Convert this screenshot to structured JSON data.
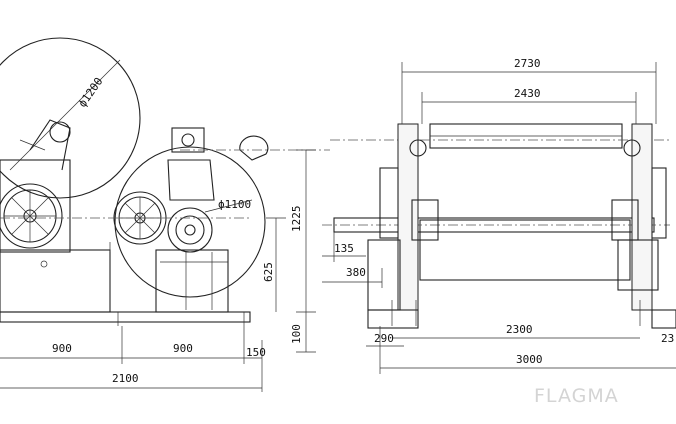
{
  "dimensions": {
    "front": {
      "wheel_dia": "ϕ1200",
      "pulley_dia": "ϕ1100",
      "h_1225": "1225",
      "h_625": "625",
      "h_100": "100",
      "w_900_a": "900",
      "w_900_b": "900",
      "w_150": "150",
      "w_2100": "2100"
    },
    "side": {
      "w_2730": "2730",
      "w_2430": "2430",
      "w_135": "135",
      "w_380": "380",
      "w_2300": "2300",
      "w_290": "290",
      "w_23": "23",
      "w_3000": "3000"
    }
  },
  "watermark": "FLAGMA",
  "colors": {
    "line": "#222222",
    "watermark": "#d4d4d4"
  }
}
